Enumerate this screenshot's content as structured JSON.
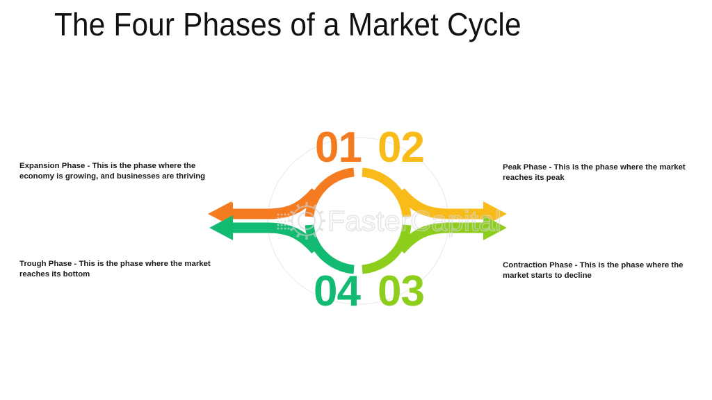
{
  "slide": {
    "title": "The Four Phases of a Market Cycle",
    "background_color": "#ffffff"
  },
  "watermark": {
    "text": "FasterCapital",
    "logo_icon": "gear-icon",
    "color": "#d8d8d8"
  },
  "diagram": {
    "type": "cycle",
    "segment_count": 4,
    "segments": [
      {
        "number": "01",
        "title": "Expansion Phase",
        "caption": "Expansion Phase - This is the phase where the economy is growing, and businesses are thriving",
        "color": "#F47B20",
        "position": "top-left",
        "arrow_direction": "left"
      },
      {
        "number": "02",
        "title": "Peak Phase",
        "caption": "Peak Phase - This is the phase where the market reaches its peak",
        "color": "#F9BB19",
        "position": "top-right",
        "arrow_direction": "right"
      },
      {
        "number": "03",
        "title": "Contraction Phase",
        "caption": "Contraction Phase - This is the phase where the market starts to decline",
        "color": "#8DCE1C",
        "position": "bottom-right",
        "arrow_direction": "right"
      },
      {
        "number": "04",
        "title": "Trough Phase",
        "caption": "Trough Phase - This is the phase where the market reaches its bottom",
        "color": "#13BA72",
        "position": "bottom-left",
        "arrow_direction": "left"
      }
    ]
  }
}
